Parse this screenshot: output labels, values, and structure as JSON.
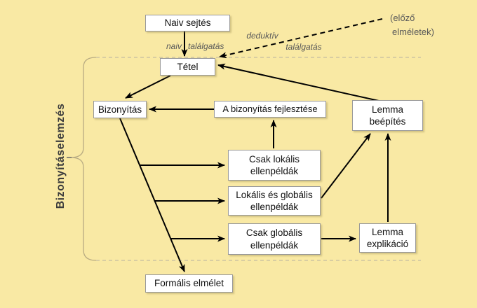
{
  "diagram": {
    "region_label": "Bizonyításelemzés",
    "nodes": {
      "naiv_sejtes": {
        "label": "Naiv sejtés"
      },
      "tetel": {
        "label": "Tétel"
      },
      "bizonyitas": {
        "label": "Bizonyítás"
      },
      "bizonyitas_fejlesztese": {
        "label": "A bizonyítás fejlesztése"
      },
      "lemma_beepites": {
        "label": "Lemma\nbeépítés"
      },
      "csak_lokalis": {
        "label": "Csak lokális\nellenpéldák"
      },
      "lokalis_es_globalis": {
        "label": "Lokális és globális\nellenpéldák"
      },
      "csak_globalis": {
        "label": "Csak globális\nellenpéldák"
      },
      "lemma_explikacio": {
        "label": "Lemma\nexplikáció"
      },
      "formalis_elmelet": {
        "label": "Formális elmélet"
      }
    },
    "edge_labels": {
      "naiv_guess_word1": "naiv",
      "naiv_guess_word2": "találgatás",
      "deductive_guess_word1": "deduktív",
      "deductive_guess_word2": "találgatás",
      "previous_theories_line1": "(előző",
      "previous_theories_line2": "elméletek)"
    },
    "colors": {
      "background": "#f9e9a4",
      "node_fill": "#ffffff",
      "node_border": "#9a9a9a",
      "arrow": "#000000",
      "muted_text": "#595959",
      "boundary_dashed": "#c4bda0",
      "brace": "#b8ab82"
    }
  }
}
